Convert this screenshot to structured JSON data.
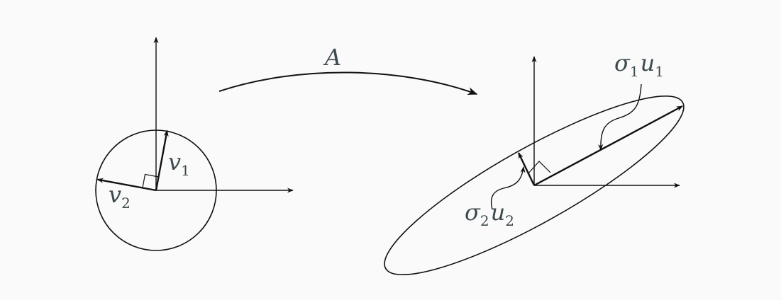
{
  "colors": {
    "background": "#fafafa",
    "stroke": "#111111",
    "label": "#3d4a4d"
  },
  "labels": {
    "map": "A",
    "v1": {
      "base": "v",
      "sub": "1"
    },
    "v2": {
      "base": "v",
      "sub": "2"
    },
    "s1u1": {
      "sigma": "σ",
      "sigma_sub": "1",
      "u": "u",
      "u_sub": "1"
    },
    "s2u2": {
      "sigma": "σ",
      "sigma_sub": "2",
      "u": "u",
      "u_sub": "2"
    }
  }
}
